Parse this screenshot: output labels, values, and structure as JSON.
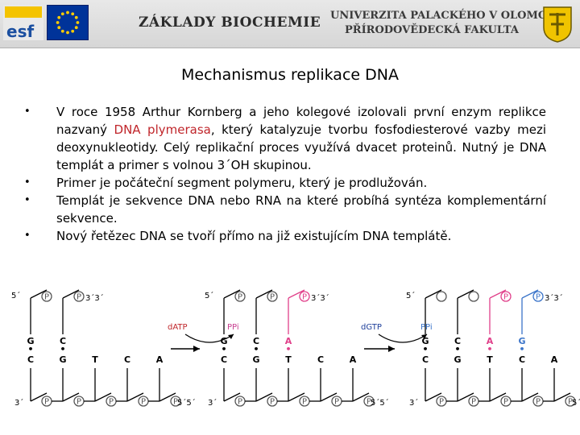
{
  "header": {
    "title": "ZÁKLADY BIOCHEMIE",
    "university_line1": "UNIVERZITA PALACKÉHO V OLOMOUCI",
    "university_line2": "PŘÍRODOVĚDECKÁ FAKULTA",
    "esf_logo": "esf"
  },
  "page_title": "Mechanismus replikace DNA",
  "bullets": [
    {
      "parts": [
        {
          "text": "V roce 1958 Arthur Kornberg a jeho kolegové izolovali první enzym replikce nazvaný ",
          "color": ""
        },
        {
          "text": "DNA plymerasa",
          "color": "#c0262b"
        },
        {
          "text": ", který katalyzuje tvorbu fosfodiesterové vazby mezi deoxynukleotidy. Celý replikační proces využívá dvacet proteinů. Nutný je DNA templát a primer s volnou 3´OH skupinou.",
          "color": ""
        }
      ]
    },
    {
      "parts": [
        {
          "text": "Primer je počáteční segment polymeru, který je prodlužován.",
          "color": ""
        }
      ]
    },
    {
      "parts": [
        {
          "text": "Templát je sekvence DNA nebo RNA na které probíhá syntéza komplementární sekvence.",
          "color": ""
        }
      ]
    },
    {
      "parts": [
        {
          "text": "Nový řetězec DNA se tvoří přímo na již existujícím DNA templátě.",
          "color": ""
        }
      ]
    }
  ],
  "diagram": {
    "phosphate_label": "P",
    "end5": "5´",
    "end3": "3´",
    "panel1": {
      "upper_bases": [
        "G",
        "C"
      ],
      "lower_bases": [
        "C",
        "G",
        "T",
        "C",
        "A"
      ]
    },
    "panel2": {
      "upper_bases": [
        "G",
        "C",
        "A"
      ],
      "lower_bases": [
        "C",
        "G",
        "T",
        "C",
        "A"
      ],
      "substrate": "dATP",
      "product": "PPi"
    },
    "panel3": {
      "upper_bases": [
        "G",
        "C",
        "A",
        "G"
      ],
      "lower_bases": [
        "C",
        "G",
        "T",
        "C",
        "A"
      ],
      "substrate": "dGTP",
      "product": "PPi"
    },
    "colors": {
      "new_nucleotide": "#e0408a",
      "second_new_nucleotide": "#3a74c9",
      "substrate_text": "#c0262b",
      "product_text": "#c83f90",
      "ppi_blue": "#3a74c9"
    }
  }
}
